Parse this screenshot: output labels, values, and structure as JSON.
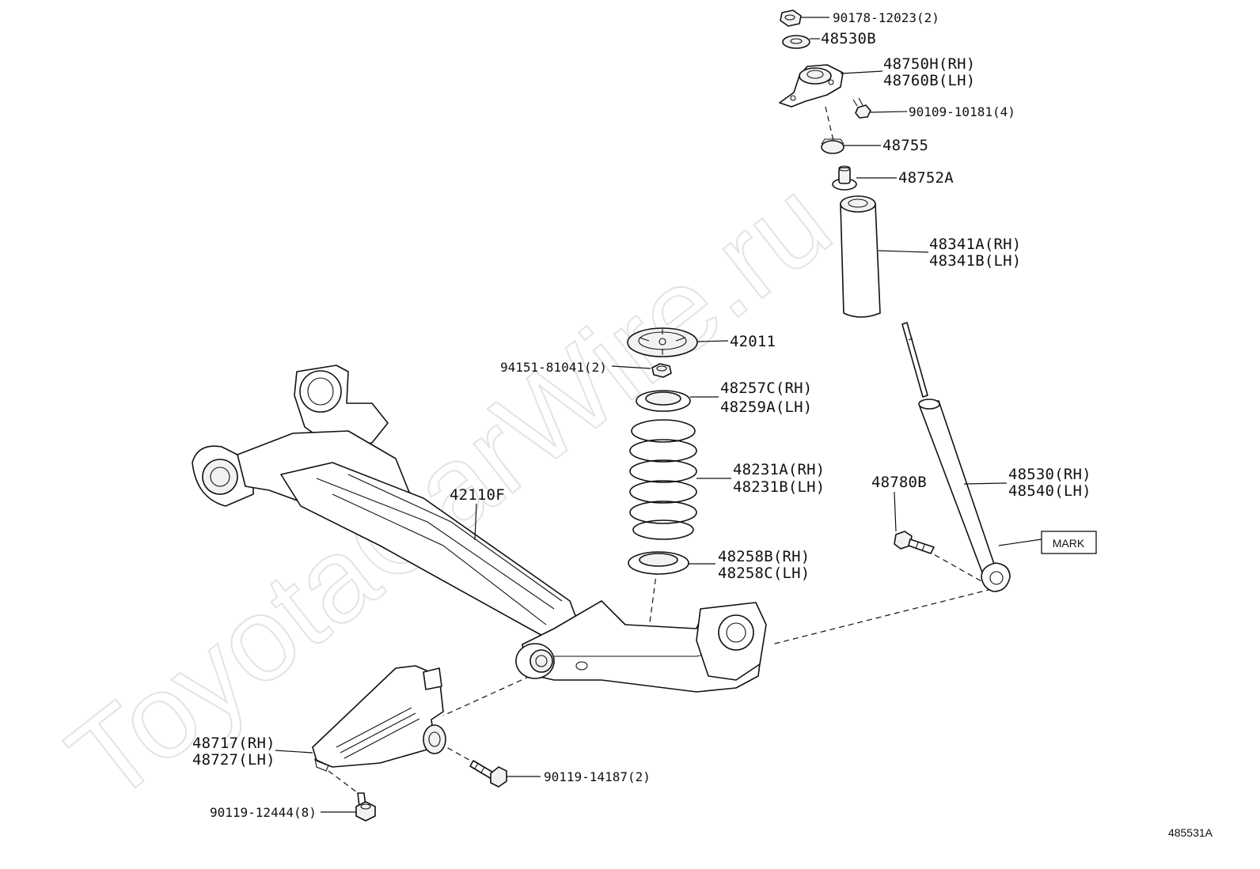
{
  "watermark": "ToyotaCarWire.ru",
  "figure_id": "485531A",
  "mark_box": "MARK",
  "labels": {
    "nut_90178": "90178-12023(2)",
    "insulator_48530b": "48530B",
    "support_rh": "48750H(RH)",
    "support_lh": "48760B(LH)",
    "bolt_90109": "90109-10181(4)",
    "cushion_48755": "48755",
    "bumper_48752a": "48752A",
    "cover_rh": "48341A(RH)",
    "cover_lh": "48341B(LH)",
    "seat_42011": "42011",
    "nut_94151": "94151-81041(2)",
    "upper_ins_rh": "48257C(RH)",
    "upper_ins_lh": "48259A(LH)",
    "spring_rh": "48231A(RH)",
    "spring_lh": "48231B(LH)",
    "beam_42110f": "42110F",
    "bolt_48780b": "48780B",
    "absorber_rh": "48530(RH)",
    "absorber_lh": "48540(LH)",
    "lower_ins_rh": "48258B(RH)",
    "lower_ins_lh": "48258C(LH)",
    "bracket_rh": "48717(RH)",
    "bracket_lh": "48727(LH)",
    "bolt_90119_14187": "90119-14187(2)",
    "bolt_90119_12444": "90119-12444(8)"
  }
}
